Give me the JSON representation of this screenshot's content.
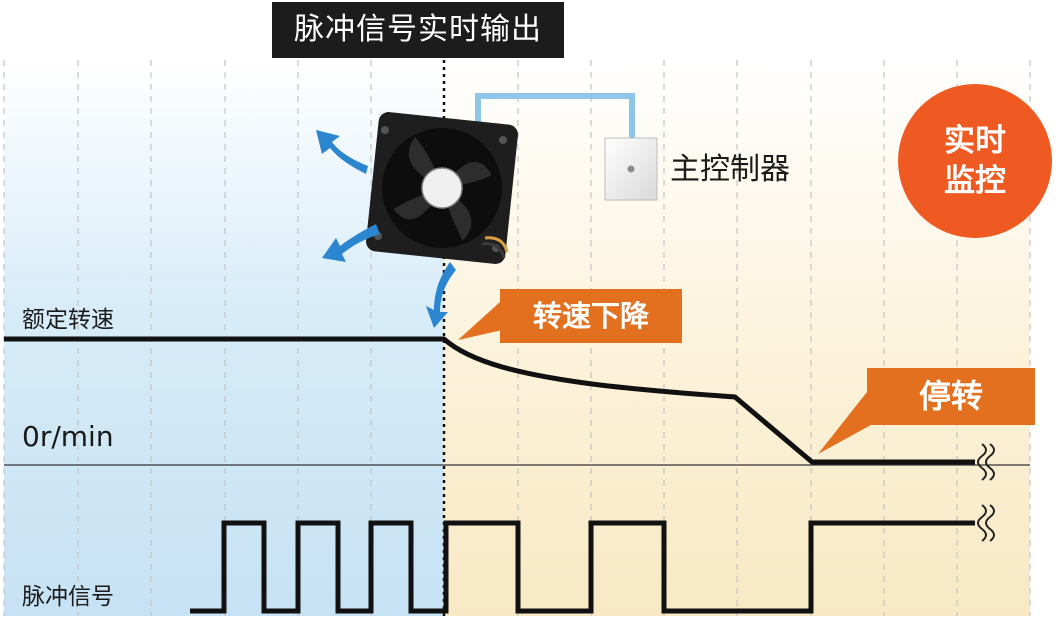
{
  "diagram": {
    "title": "脉冲信号实时输出",
    "labels": {
      "rated_speed": "额定转速",
      "zero_speed": "0r/min",
      "pulse_signal": "脉冲信号",
      "controller": "主控制器"
    },
    "callouts": {
      "speed_drop": "转速下降",
      "stop": "停转"
    },
    "badge": {
      "line1": "实时",
      "line2": "监控"
    },
    "colors": {
      "left_region": "#cde7f6",
      "right_region": "#fbf1d6",
      "accent_orange": "#e2701f",
      "badge_red": "#ee5a22",
      "arrow_blue": "#2b86cf",
      "wire_blue": "#8ec6ea",
      "line": "#111111"
    },
    "icons": [
      "cooling-fan-icon",
      "airflow-arrow-icon",
      "controller-box-icon",
      "break-mark-icon"
    ]
  }
}
